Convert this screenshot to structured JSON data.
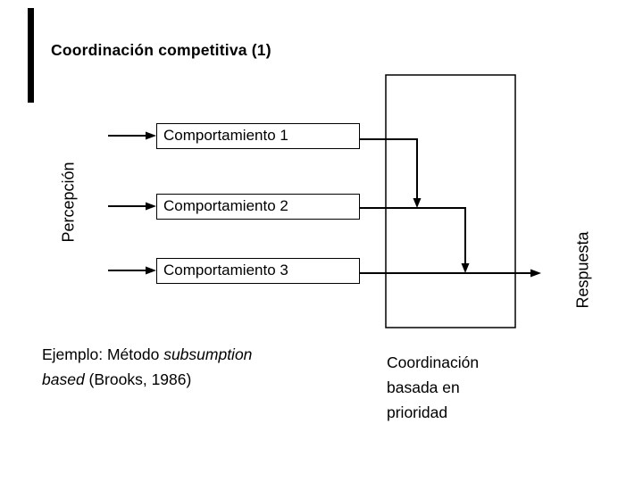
{
  "slide": {
    "title": "Coordinación competitiva (1)",
    "colors": {
      "ink": "#000000",
      "background": "#ffffff"
    }
  },
  "diagram": {
    "perception_label": "Percepción",
    "response_label": "Respuesta",
    "coordination_box": {
      "label": ""
    },
    "behaviors": [
      {
        "label": "Comportamiento 1"
      },
      {
        "label": "Comportamiento 2"
      },
      {
        "label": "Comportamiento 3"
      }
    ]
  },
  "captions": {
    "example": {
      "prefix": "Ejemplo: Método ",
      "italic_term": "subsumption",
      "italic_term2": "based",
      "suffix": " (Brooks, 1986)"
    },
    "priority": {
      "line1": "Coordinación",
      "line2": "basada en",
      "line3": "prioridad"
    }
  }
}
